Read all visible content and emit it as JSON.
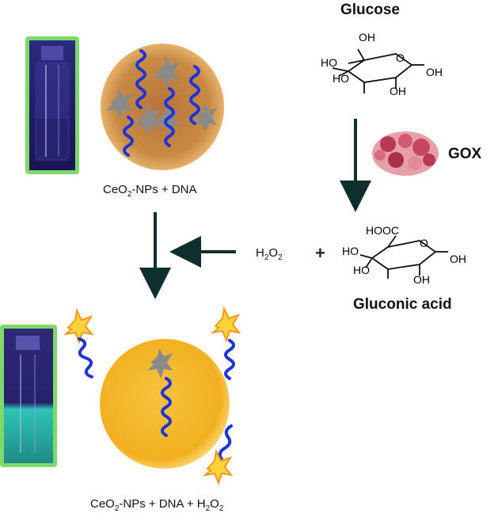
{
  "labels": {
    "glucose": "Glucose",
    "gox": "GOX",
    "gluconic_acid": "Gluconic acid",
    "h2o2_main": "H",
    "h2o2_sub1": "2",
    "h2o2_o": "O",
    "h2o2_sub2": "2",
    "plus": "+",
    "top_caption": {
      "pre": "CeO",
      "sub": "2",
      "post": "-NPs + DNA"
    },
    "bottom_caption": {
      "pre": "CeO",
      "sub": "2",
      "mid": "-NPs + DNA + H",
      "sub2": "2",
      "o": "O",
      "sub3": "2"
    }
  },
  "glucose_atoms": {
    "oh_top": "OH",
    "ho_left": "HO",
    "o_ring": "O",
    "ho_low": "HO",
    "oh_right": "OH",
    "oh_bottom": "OH"
  },
  "gluconic_atoms": {
    "hooc": "HOOC",
    "ho_left": "HO",
    "o_ring": "O",
    "ho_low": "HO",
    "oh_right": "OH",
    "oh_bottom": "OH"
  },
  "colors": {
    "vial_frame": "#7fd86a",
    "vial_bg": "#2a1e6e",
    "vial_liquid_top": "#4a3c9a",
    "vial_liquid_bottom": "#2fb3a6",
    "particle_top": "#e5a24a",
    "particle_bottom": "#f5b935",
    "dna": "#1e34d8",
    "star_gray": "#8a8a8a",
    "star_yellow": "#ffd23a",
    "arrow": "#123333",
    "gox": "#c8455c"
  }
}
